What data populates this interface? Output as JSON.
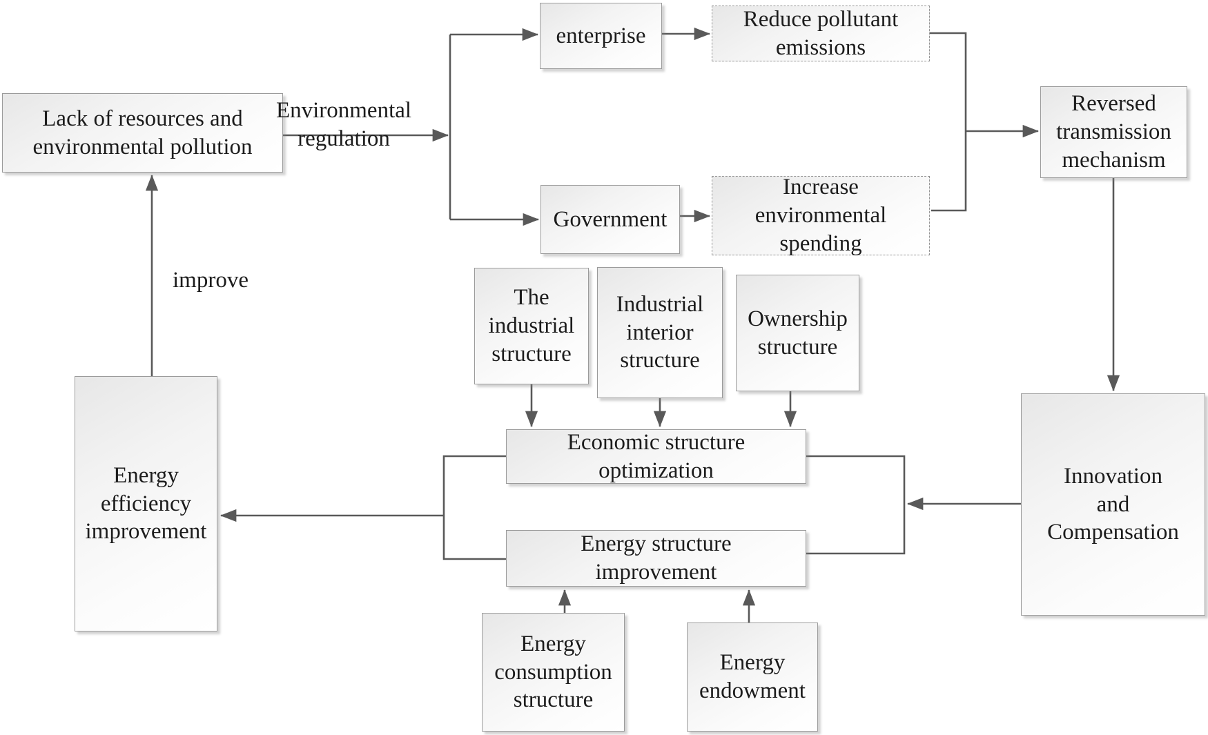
{
  "diagram": {
    "title": "Environmental regulation and energy efficiency mechanism diagram",
    "colors": {
      "line": "#595959",
      "box_border": "#9b9b9b",
      "dashed_border": "#949494",
      "box_fill_top": "#e7e7e7",
      "box_fill_bottom": "#ffffff",
      "text": "#1c1c1c",
      "background": "#ffffff"
    },
    "nodes": {
      "lack": {
        "label": "Lack of resources and\nenvironmental pollution",
        "style": "solid"
      },
      "enterprise": {
        "label": "enterprise",
        "style": "solid"
      },
      "government": {
        "label": "Government",
        "style": "solid"
      },
      "reduce": {
        "label": "Reduce pollutant\nemissions",
        "style": "dashed"
      },
      "increase": {
        "label": "Increase\nenvironmental\nspending",
        "style": "dashed"
      },
      "reversed": {
        "label": "Reversed\ntransmission\nmechanism",
        "style": "solid"
      },
      "industrial": {
        "label": "The\nindustrial\nstructure",
        "style": "solid"
      },
      "interior": {
        "label": "Industrial\ninterior\nstructure",
        "style": "solid"
      },
      "ownership": {
        "label": "Ownership\nstructure",
        "style": "solid"
      },
      "economic": {
        "label": "Economic structure\noptimization",
        "style": "solid"
      },
      "energy_structure": {
        "label": "Energy structure\nimprovement",
        "style": "solid"
      },
      "efficiency": {
        "label": "Energy\nefficiency\nimprovement",
        "style": "solid"
      },
      "innovation": {
        "label": "Innovation\nand\nCompensation",
        "style": "solid"
      },
      "consumption": {
        "label": "Energy\nconsumption\nstructure",
        "style": "solid"
      },
      "endowment": {
        "label": "Energy\nendowment",
        "style": "solid"
      }
    },
    "edge_labels": {
      "environmental_regulation": "Environmental\nregulation",
      "improve": "improve"
    }
  }
}
